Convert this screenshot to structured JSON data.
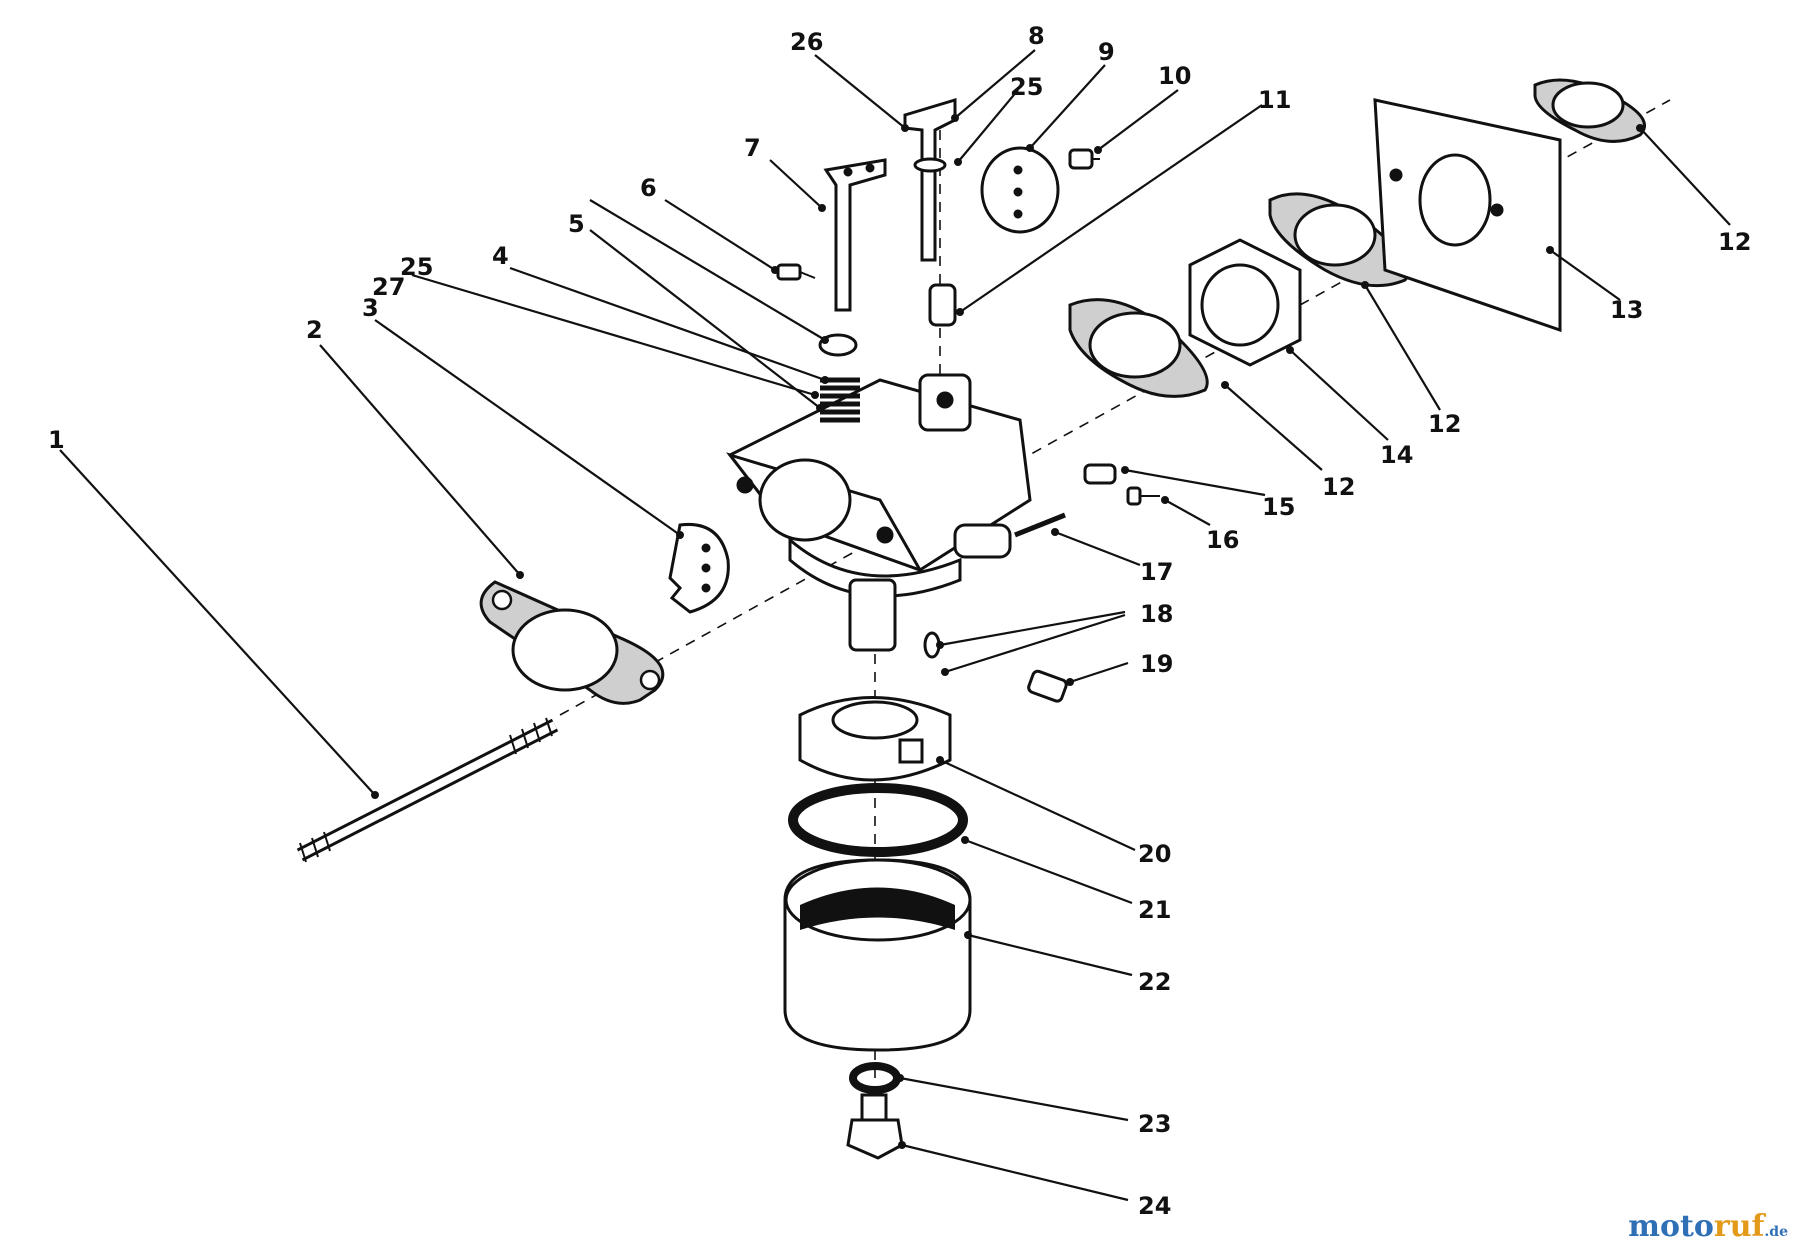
{
  "callouts": [
    {
      "id": "1",
      "label": "1"
    },
    {
      "id": "2",
      "label": "2"
    },
    {
      "id": "3",
      "label": "3"
    },
    {
      "id": "4",
      "label": "4"
    },
    {
      "id": "5",
      "label": "5"
    },
    {
      "id": "6",
      "label": "6"
    },
    {
      "id": "7",
      "label": "7"
    },
    {
      "id": "8",
      "label": "8"
    },
    {
      "id": "9",
      "label": "9"
    },
    {
      "id": "10",
      "label": "10"
    },
    {
      "id": "11",
      "label": "11"
    },
    {
      "id": "12a",
      "label": "12"
    },
    {
      "id": "12b",
      "label": "12"
    },
    {
      "id": "12c",
      "label": "12"
    },
    {
      "id": "13",
      "label": "13"
    },
    {
      "id": "14",
      "label": "14"
    },
    {
      "id": "15",
      "label": "15"
    },
    {
      "id": "16",
      "label": "16"
    },
    {
      "id": "17",
      "label": "17"
    },
    {
      "id": "18",
      "label": "18"
    },
    {
      "id": "19",
      "label": "19"
    },
    {
      "id": "20",
      "label": "20"
    },
    {
      "id": "21",
      "label": "21"
    },
    {
      "id": "22",
      "label": "22"
    },
    {
      "id": "23",
      "label": "23"
    },
    {
      "id": "24",
      "label": "24"
    },
    {
      "id": "25a",
      "label": "25"
    },
    {
      "id": "25b",
      "label": "25"
    },
    {
      "id": "26",
      "label": "26"
    },
    {
      "id": "27",
      "label": "27"
    }
  ],
  "watermark": {
    "part1": "moto",
    "part2": "ruf",
    "part3": ".de"
  }
}
